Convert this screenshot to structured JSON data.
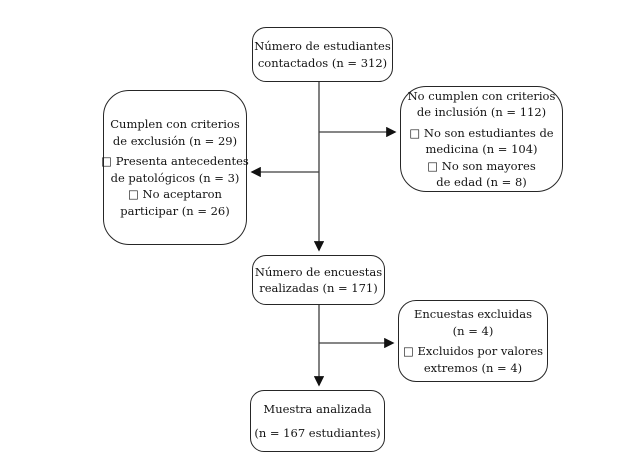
{
  "colors": {
    "background": "#ffffff",
    "box_fill": "#ffffff",
    "box_border": "#262626",
    "text": "#141414",
    "connector_line": "#3d3d3d",
    "arrowhead": "#111111"
  },
  "boxes": {
    "contacted": {
      "lines": [
        "Número de estudiantes",
        "contactados (n = 312)"
      ]
    },
    "exclusion": {
      "lines": [
        "Cumplen con criterios",
        "de exclusión (n = 29)",
        "□ Presenta antecedentes",
        "de patológicos (n = 3)",
        "□ No aceptaron",
        "participar (n = 26)"
      ]
    },
    "inclusion": {
      "lines": [
        "No cumplen con criterios",
        "de inclusión (n = 112)",
        "□ No son estudiantes de",
        "medicina (n = 104)",
        "□ No son mayores",
        "de edad (n = 8)"
      ]
    },
    "surveys": {
      "lines": [
        "Número de encuestas",
        "realizadas (n = 171)"
      ]
    },
    "excluded_surveys": {
      "lines": [
        "Encuestas excluidas",
        "(n = 4)",
        "□ Excluidos por valores",
        "extremos (n = 4)"
      ]
    },
    "analyzed": {
      "lines": [
        "Muestra analizada",
        "(n = 167 estudiantes)"
      ]
    }
  }
}
